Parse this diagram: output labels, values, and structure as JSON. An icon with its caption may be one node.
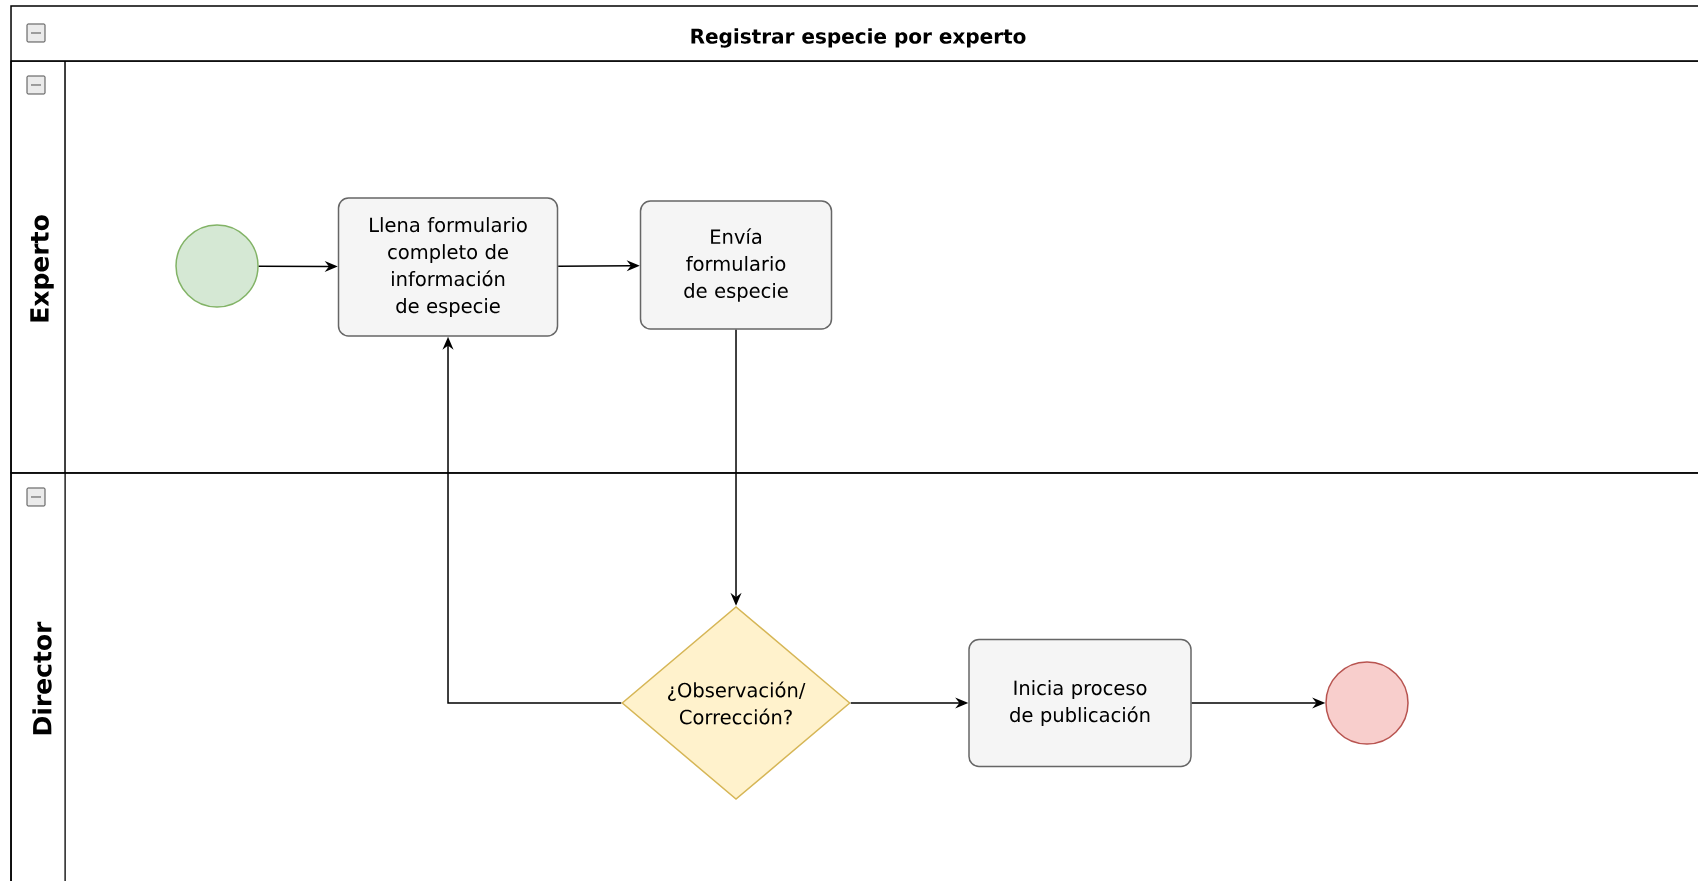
{
  "diagram": {
    "nodes": [
      {
        "text": [
          "Registrar especie por experto"
        ]
      },
      {
        "text": [
          "Experto"
        ],
        "in": 0
      },
      {
        "text": [
          "Director"
        ],
        "in": 0
      },
      {
        "text": [],
        "shape": "circle",
        "in": 1
      },
      {
        "text": [
          "Llena formulario completo de información de especie"
        ],
        "in": 1
      },
      {
        "text": [
          "Envía formulario de especie"
        ],
        "in": 1
      },
      {
        "text": [
          "¿Observación/ Corrección?"
        ],
        "in": 2
      },
      {
        "text": [
          "Inicia proceso de publicación"
        ],
        "in": 2
      },
      {
        "text": [],
        "shape": "circle",
        "in": 2
      }
    ],
    "edges": [
      {
        "from": 3,
        "to": 4,
        "arrow": "to"
      },
      {
        "from": 4,
        "to": 5,
        "arrow": "to"
      },
      {
        "from": 5,
        "to": 6,
        "arrow": "to"
      },
      {
        "from": 6,
        "to": 4,
        "arrow": "to"
      },
      {
        "from": 6,
        "to": 7,
        "arrow": "to"
      },
      {
        "from": 7,
        "to": 8,
        "arrow": "to"
      }
    ]
  }
}
